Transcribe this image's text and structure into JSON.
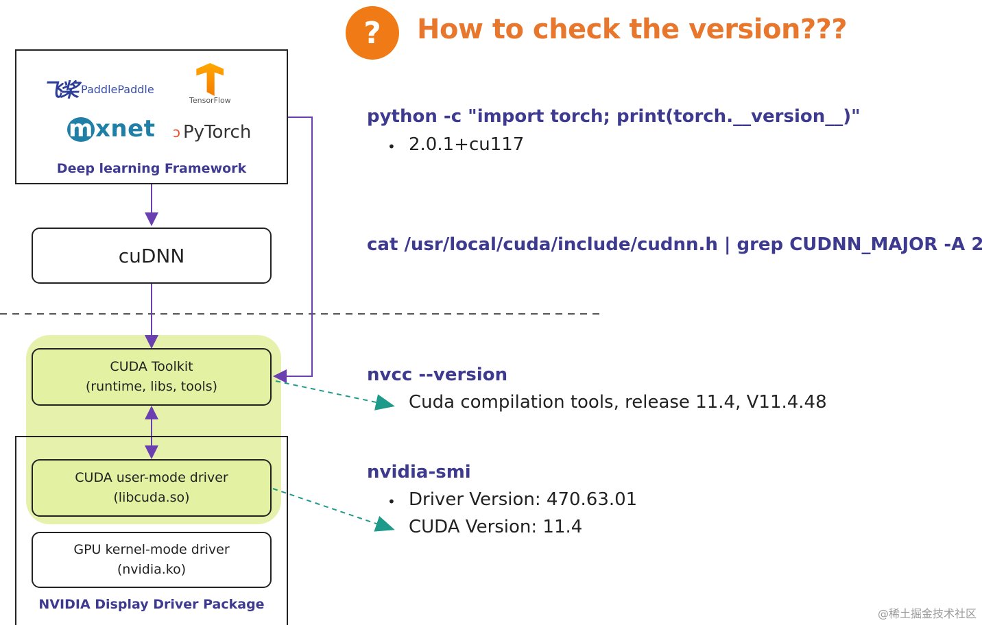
{
  "title": {
    "icon": "question-mark-icon",
    "icon_glyph": "?",
    "text": "How to check the version???"
  },
  "framework": {
    "caption": "Deep learning Framework",
    "logos": {
      "paddle_mark": "飞桨",
      "paddle_name": "PaddlePaddle",
      "tensorflow_icon": "tensorflow-icon",
      "tensorflow_name": "TensorFlow",
      "mxnet_m": "m",
      "mxnet_rest": "xnet",
      "pytorch_icon": "pytorch-flame-icon",
      "pytorch_icon_glyph": "ɔ",
      "pytorch_name": "PyTorch"
    }
  },
  "boxes": {
    "cudnn": "cuDNN",
    "cuda_toolkit": {
      "line1": "CUDA Toolkit",
      "line2": "(runtime, libs, tools)"
    },
    "user_driver": {
      "line1": "CUDA user-mode driver",
      "line2": "(libcuda.so)"
    },
    "kernel_driver": {
      "line1": "GPU kernel-mode driver",
      "line2": "(nvidia.ko)"
    }
  },
  "driver_package_caption": "NVIDIA Display Driver Package",
  "commands": {
    "python": {
      "cmd": "python -c \"import torch; print(torch.__version__)\"",
      "bullet": "•",
      "out": "2.0.1+cu117"
    },
    "cudnn": {
      "cmd": "cat /usr/local/cuda/include/cudnn.h | grep CUDNN_MAJOR -A 2"
    },
    "nvcc": {
      "cmd": "nvcc --version",
      "out": "Cuda compilation tools, release 11.4, V11.4.48"
    },
    "smi": {
      "cmd": "nvidia-smi",
      "bullet": "•",
      "out1": "Driver Version: 470.63.01",
      "out2": "CUDA Version: 11.4"
    }
  },
  "colors": {
    "accent": "#f07a16",
    "title": "#e8772e",
    "command": "#3d3a8f",
    "arrow": "#6a3fb0",
    "teal": "#1d9a8a",
    "highlight": "#e3f1a3"
  },
  "watermark": "@稀土掘金技术社区"
}
